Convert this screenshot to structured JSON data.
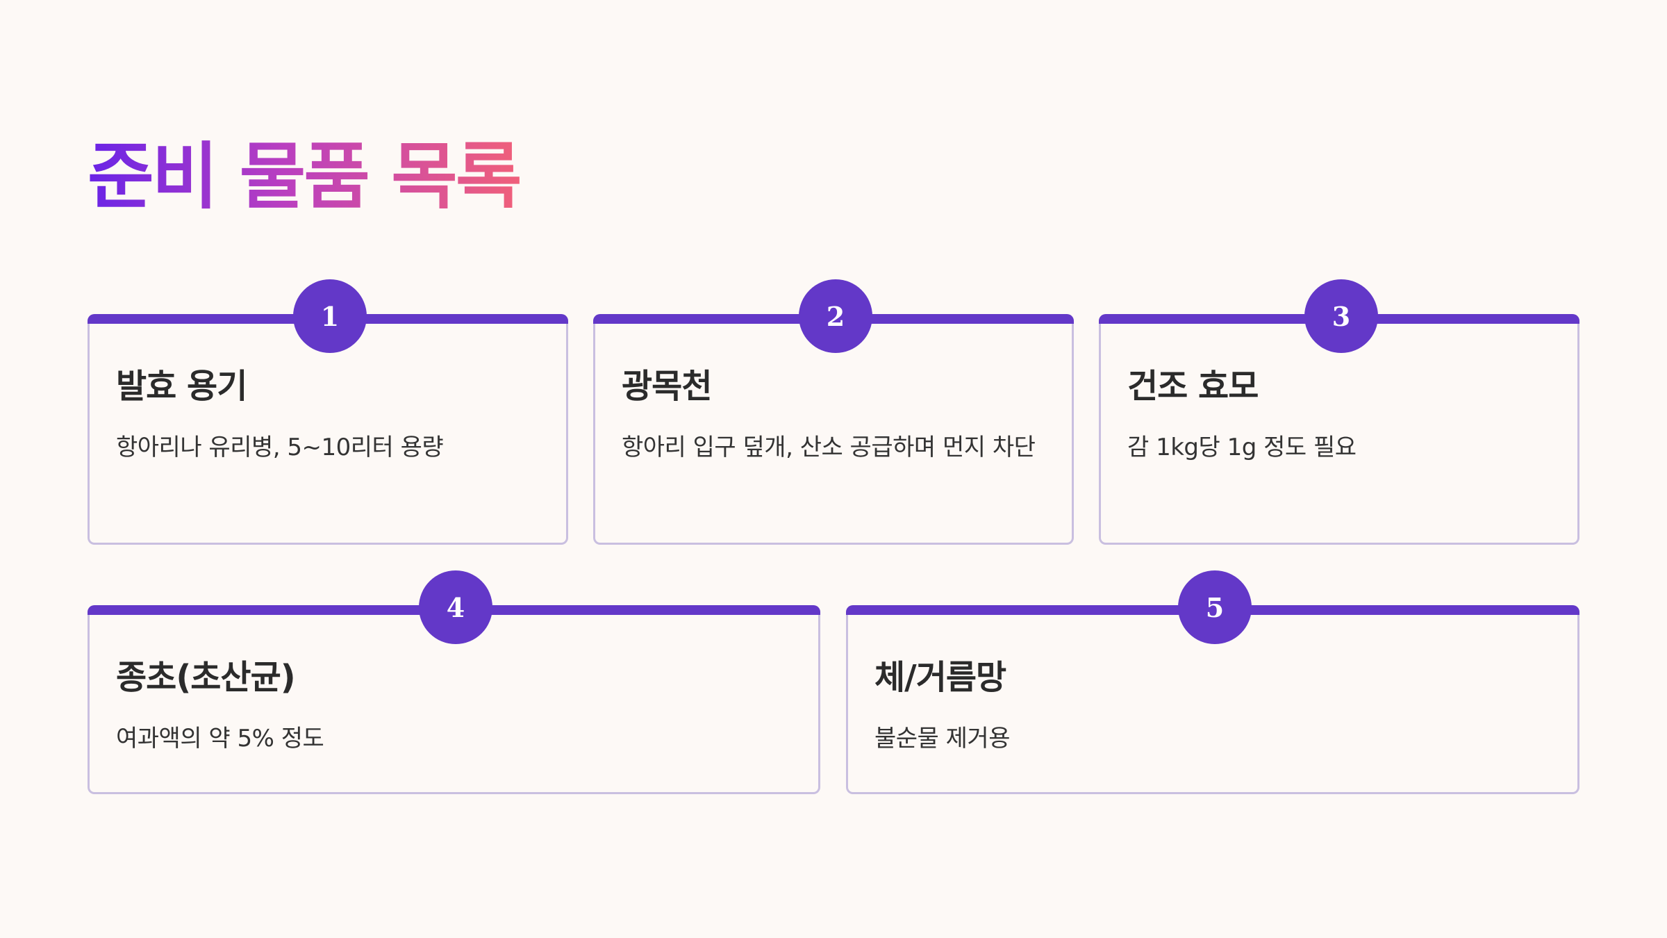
{
  "page": {
    "title": "준비 물품 목록"
  },
  "items": [
    {
      "number": "1",
      "title": "발효 용기",
      "description": "항아리나 유리병, 5~10리터 용량"
    },
    {
      "number": "2",
      "title": "광목천",
      "description": "항아리 입구 덮개, 산소 공급하며 먼지 차단"
    },
    {
      "number": "3",
      "title": "건조 효모",
      "description": "감 1kg당 1g 정도 필요"
    },
    {
      "number": "4",
      "title": "종초(초산균)",
      "description": "여과액의 약 5% 정도"
    },
    {
      "number": "5",
      "title": "체/거름망",
      "description": "불순물 제거용"
    }
  ],
  "colors": {
    "accent": "#6338c8",
    "card_border": "#c9bfe0",
    "background": "#fdf9f6",
    "title_gradient_start": "#6a24e6",
    "title_gradient_end": "#f0607a"
  }
}
